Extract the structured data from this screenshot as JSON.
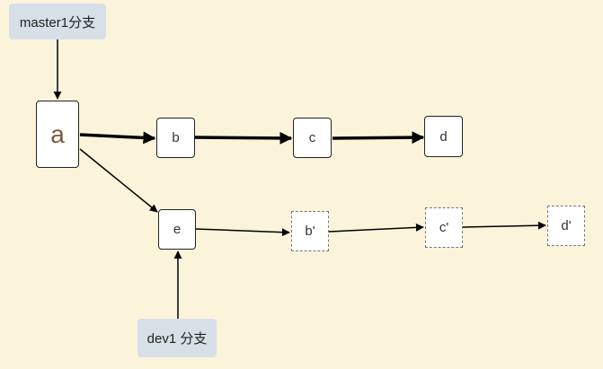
{
  "labels": {
    "master": "master1分支",
    "dev": "dev1 分支"
  },
  "nodes": {
    "a": "a",
    "b": "b",
    "c": "c",
    "d": "d",
    "e": "e",
    "b_prime": "b'",
    "c_prime": "c'",
    "d_prime": "d'"
  },
  "colors": {
    "background": "#fcf3db",
    "label_fill": "#d6e0e6",
    "node_fill": "#ffffff",
    "stroke": "#000000"
  }
}
